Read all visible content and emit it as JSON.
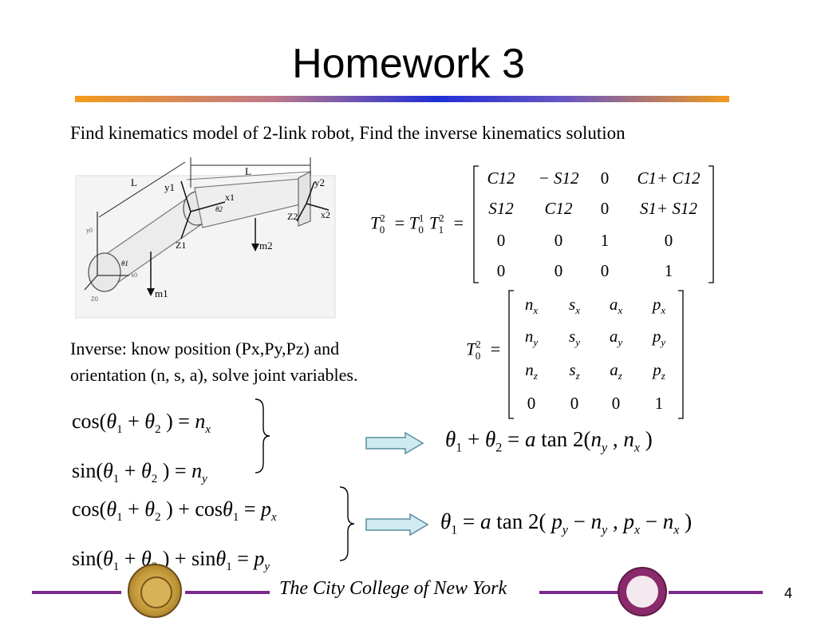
{
  "slide": {
    "title": "Homework 3",
    "statement": "Find kinematics model of 2-link robot, Find the inverse kinematics solution",
    "inverse_line1": "Inverse: know position (Px,Py,Pz) and",
    "inverse_line2": "orientation (n, s, a), solve joint variables.",
    "footer": "The City College of New York",
    "page_number": "4"
  },
  "diagram": {
    "labels": {
      "L_left": "L",
      "L_top": "L",
      "y1": "y1",
      "y2": "y2",
      "x1": "x1",
      "x2": "x2",
      "z1": "Z1",
      "z2": "Z2",
      "m1": "m1",
      "m2": "m2",
      "y0": "y0",
      "x0": "x0",
      "z0": "Z0",
      "theta1": "θ1",
      "theta2": "θ2"
    }
  },
  "equations": {
    "T02_lhs": "T",
    "matrix1": [
      [
        "C12",
        "− S12",
        "0",
        "C1+ C12"
      ],
      [
        "S12",
        "C12",
        "0",
        "S1+ S12"
      ],
      [
        "0",
        "0",
        "1",
        "0"
      ],
      [
        "0",
        "0",
        "0",
        "1"
      ]
    ],
    "matrix2": [
      [
        "n",
        "s",
        "a",
        "p"
      ],
      [
        "n",
        "s",
        "a",
        "p"
      ],
      [
        "n",
        "s",
        "a",
        "p"
      ],
      [
        "0",
        "0",
        "0",
        "1"
      ]
    ],
    "matrix2_subs": [
      [
        "x",
        "x",
        "x",
        "x"
      ],
      [
        "y",
        "y",
        "y",
        "y"
      ],
      [
        "z",
        "z",
        "z",
        "z"
      ],
      [
        "",
        "",
        "",
        ""
      ]
    ]
  },
  "colors": {
    "arrow_fill": "#cfeaf0",
    "arrow_stroke": "#5a8ea0",
    "footer_line": "#7a2a8a"
  }
}
